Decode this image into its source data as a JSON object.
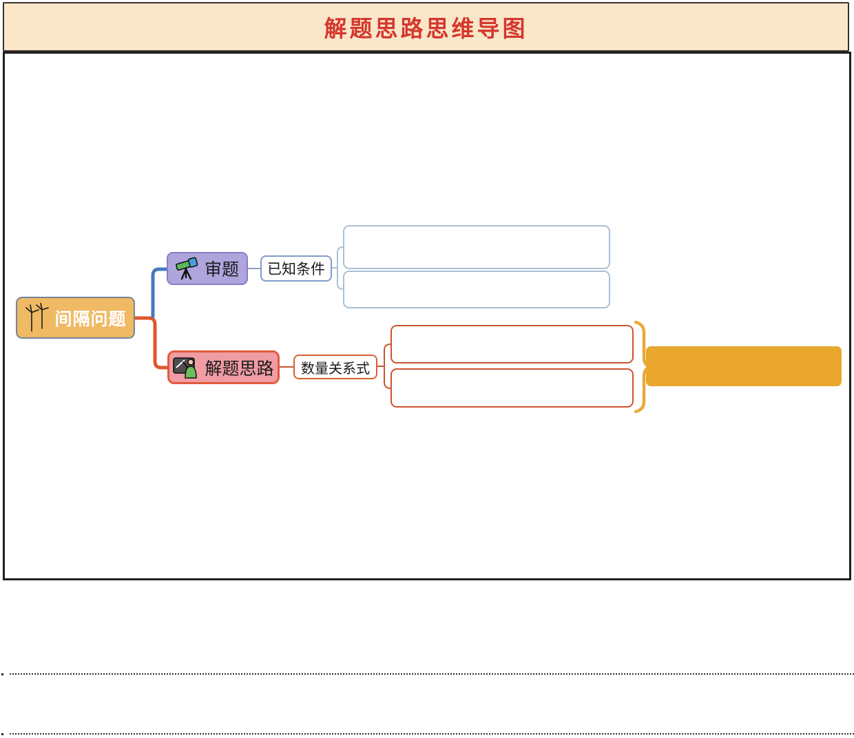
{
  "banner": {
    "title": "解题思路思维导图"
  },
  "mindmap": {
    "root": {
      "label": "间隔问题",
      "icon": "wind-turbine"
    },
    "branch_examine": {
      "label": "审题",
      "icon": "telescope",
      "child_label": "已知条件",
      "empty_box_count": 2,
      "empty_box_border_color": "#A9BFD4",
      "branch_line_color": "#4679BD"
    },
    "branch_solve": {
      "label": "解题思路",
      "icon": "blackboard-presentation",
      "child_label": "数量关系式",
      "empty_box_count": 2,
      "empty_box_border_color": "#C8552E",
      "branch_line_color": "#E2572B",
      "result_label": ""
    }
  },
  "writing_lines": {
    "count": 2
  },
  "colors": {
    "banner_bg": "#FAE7C9",
    "title_red": "#D4382E",
    "root_fill": "#F0B964",
    "root_border": "#76869B",
    "branch_blue": "#4679BD",
    "branch_orange": "#E2572B",
    "examine_fill": "#AFA5DC",
    "examine_border": "#8A7BC8",
    "known_border": "#7E9CC8",
    "empty_blue_border": "#A9BFD4",
    "solve_fill": "#F09CA4",
    "solve_border": "#E25A3C",
    "quantity_border": "#D8602F",
    "empty_orange_border": "#C8552E",
    "brace_color": "#EAA93C",
    "result_fill": "#E9A72E"
  }
}
